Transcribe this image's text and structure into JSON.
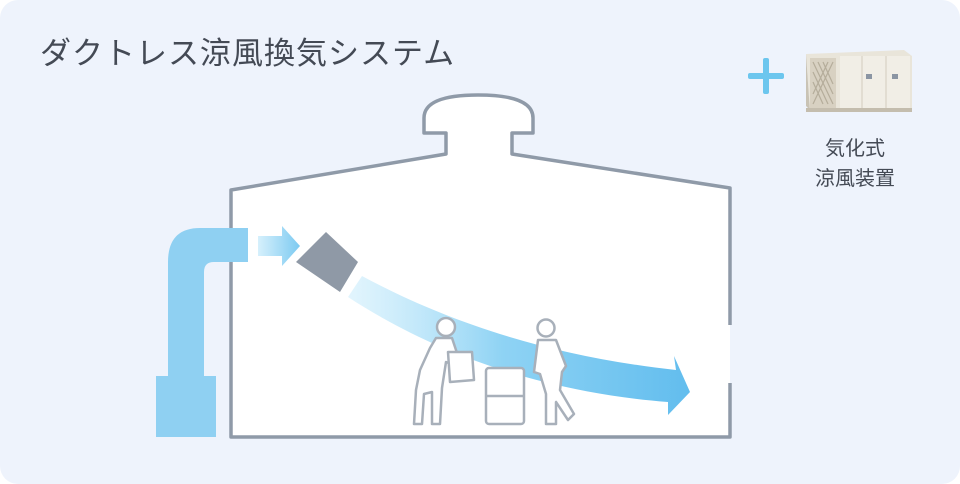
{
  "title": "ダクトレス涼風換気システム",
  "addon": {
    "plus_icon": "plus-icon",
    "device_icon": "evaporative-cooler-unit-icon",
    "caption_line1": "気化式",
    "caption_line2": "涼風装置"
  },
  "colors": {
    "background": "#eef3fc",
    "building_outline": "#8f9aa8",
    "duct_blue": "#8fd0f2",
    "arrow_blue": "#6fc3ef",
    "plus_blue": "#6cc6ee",
    "fan": "#8f99a6",
    "text": "#444a55"
  }
}
